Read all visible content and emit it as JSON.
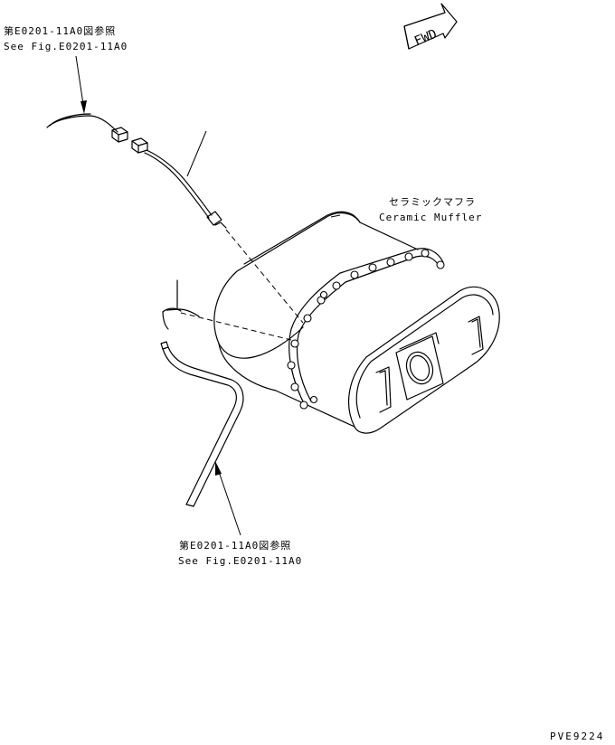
{
  "labels": {
    "top_ref_jp": "第E0201-11A0図参照",
    "top_ref_en": "See Fig.E0201-11A0",
    "muffler_jp": "セラミックマフラ",
    "muffler_en": "Ceramic Muffler",
    "bottom_ref_jp": "第E0201-11A0図参照",
    "bottom_ref_en": "See Fig.E0201-11A0",
    "fwd": "FWD",
    "drawing_code": "PVE9224"
  },
  "colors": {
    "line": "#000000",
    "background": "#ffffff"
  }
}
